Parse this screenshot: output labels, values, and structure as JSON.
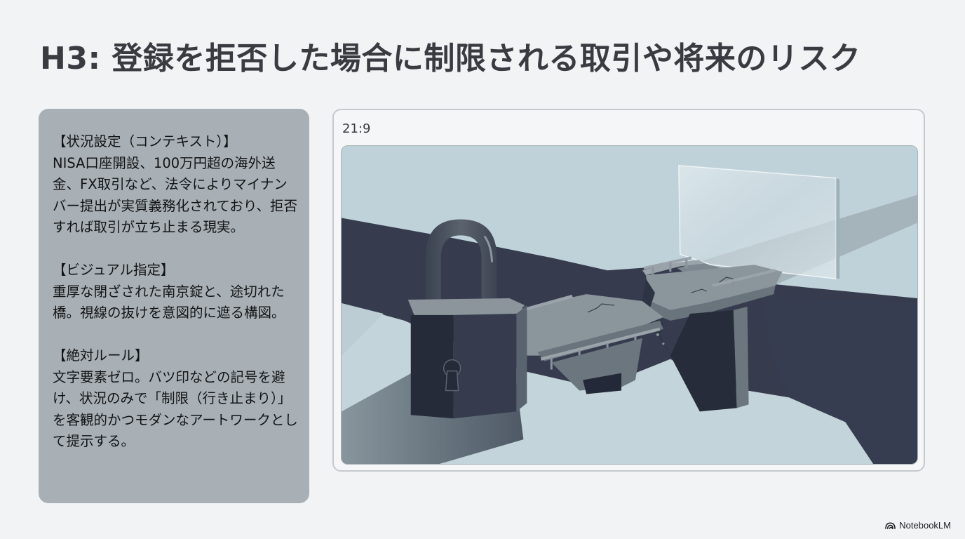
{
  "slide": {
    "title": "H3: 登録を拒否した場合に制限される取引や将来のリスク"
  },
  "left_panel": {
    "sections": [
      {
        "heading": "【状況設定（コンテキスト）】",
        "body": "NISA口座開設、100万円超の海外送金、FX取引など、法令によりマイナンバー提出が実質義務化されており、拒否すれば取引が立ち止まる現実。"
      },
      {
        "heading": "【ビジュアル指定】",
        "body": "重厚な閉ざされた南京錠と、途切れた橋。視線の抜けを意図的に遮る構図。"
      },
      {
        "heading": "【絶対ルール】",
        "body": "文字要素ゼロ。バツ印などの記号を避け、状況のみで「制限（行き止まり）」を客観的かつモダンなアートワークとして提示する。"
      }
    ]
  },
  "image_frame": {
    "aspect_ratio_label": "21:9",
    "illustration": {
      "subject": "closed padlock beside a broken bridge with a glass pane blocking the view",
      "colors": {
        "sky": "#c0d2d9",
        "chasm": "#363c4e",
        "lock_body": "#343a4c",
        "lock_dark": "#252b39",
        "concrete": "#8b959c",
        "glass": "#dbe6ea"
      }
    }
  },
  "branding": {
    "label": "NotebookLM",
    "icon": "notebooklm-logo-icon"
  }
}
